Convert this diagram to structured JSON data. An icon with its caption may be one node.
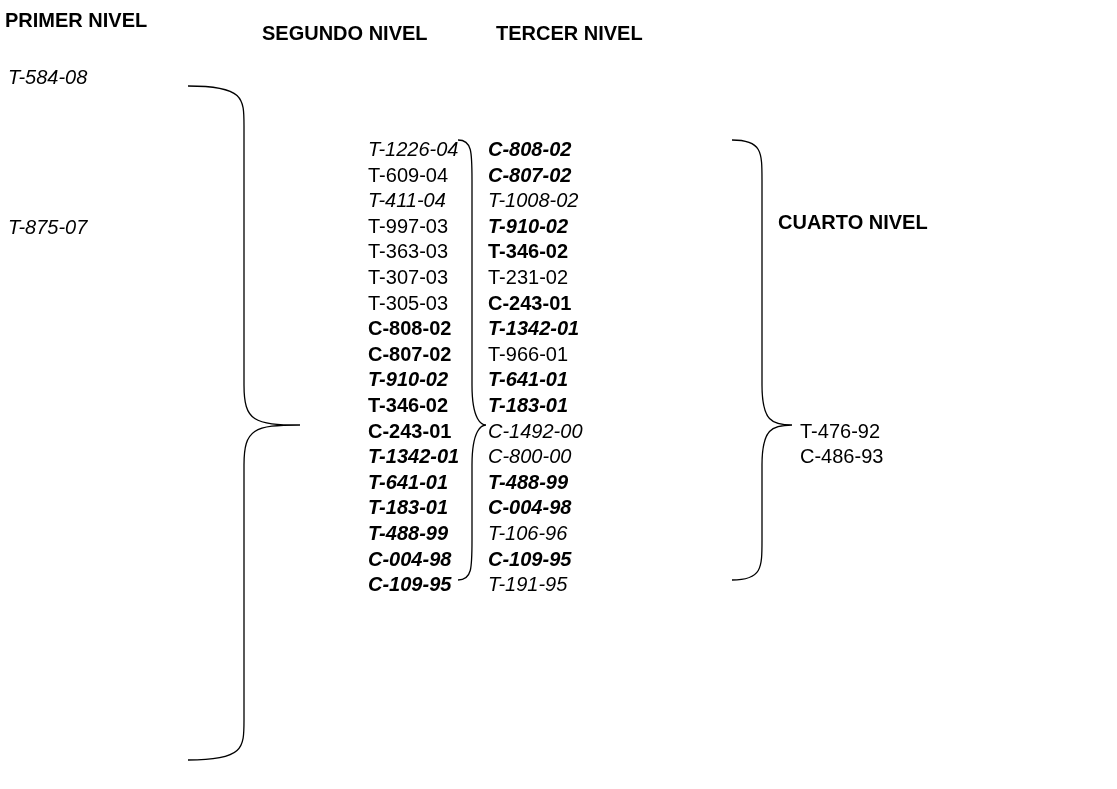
{
  "diagram": {
    "labels": [
      "PRIMER NIVEL",
      "T-584-08",
      "T-875-07",
      "SEGUNDO NIVEL",
      "T-1226-04",
      "T-609-04",
      "T-411-04",
      "T-997-03",
      "T-363-03",
      "T-307-03",
      "T-305-03",
      "C-808-02",
      "C-807-02",
      "T-910-02",
      "T-346-02",
      "C-243-01",
      "T-1342-01",
      "T-641-01",
      "T-183-01",
      "T-488-99",
      "C-004-98",
      "C-109-95",
      "TERCER NIVEL",
      "C-808-02",
      "C-807-02",
      "T-1008-02",
      "T-910-02",
      "T-346-02",
      "T-231-02",
      "C-243-01",
      "T-1342-01",
      "T-966-01",
      "T-641-01",
      "T-183-01",
      "C-1492-00",
      "C-800-00",
      "T-488-99",
      "C-004-98",
      "T-106-96",
      "C-109-95",
      "T-191-95",
      "CUARTO NIVEL",
      "T-476-92",
      "C-486-93"
    ]
  }
}
